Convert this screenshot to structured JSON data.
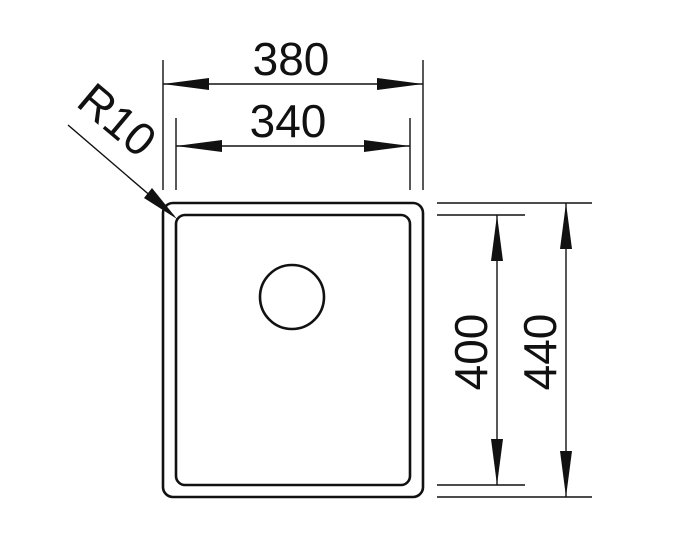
{
  "dimensions": {
    "outer_width": "380",
    "inner_width": "340",
    "inner_height": "400",
    "outer_height": "440",
    "corner_radius": "R10"
  },
  "colors": {
    "line": "#111111",
    "background": "#ffffff"
  }
}
